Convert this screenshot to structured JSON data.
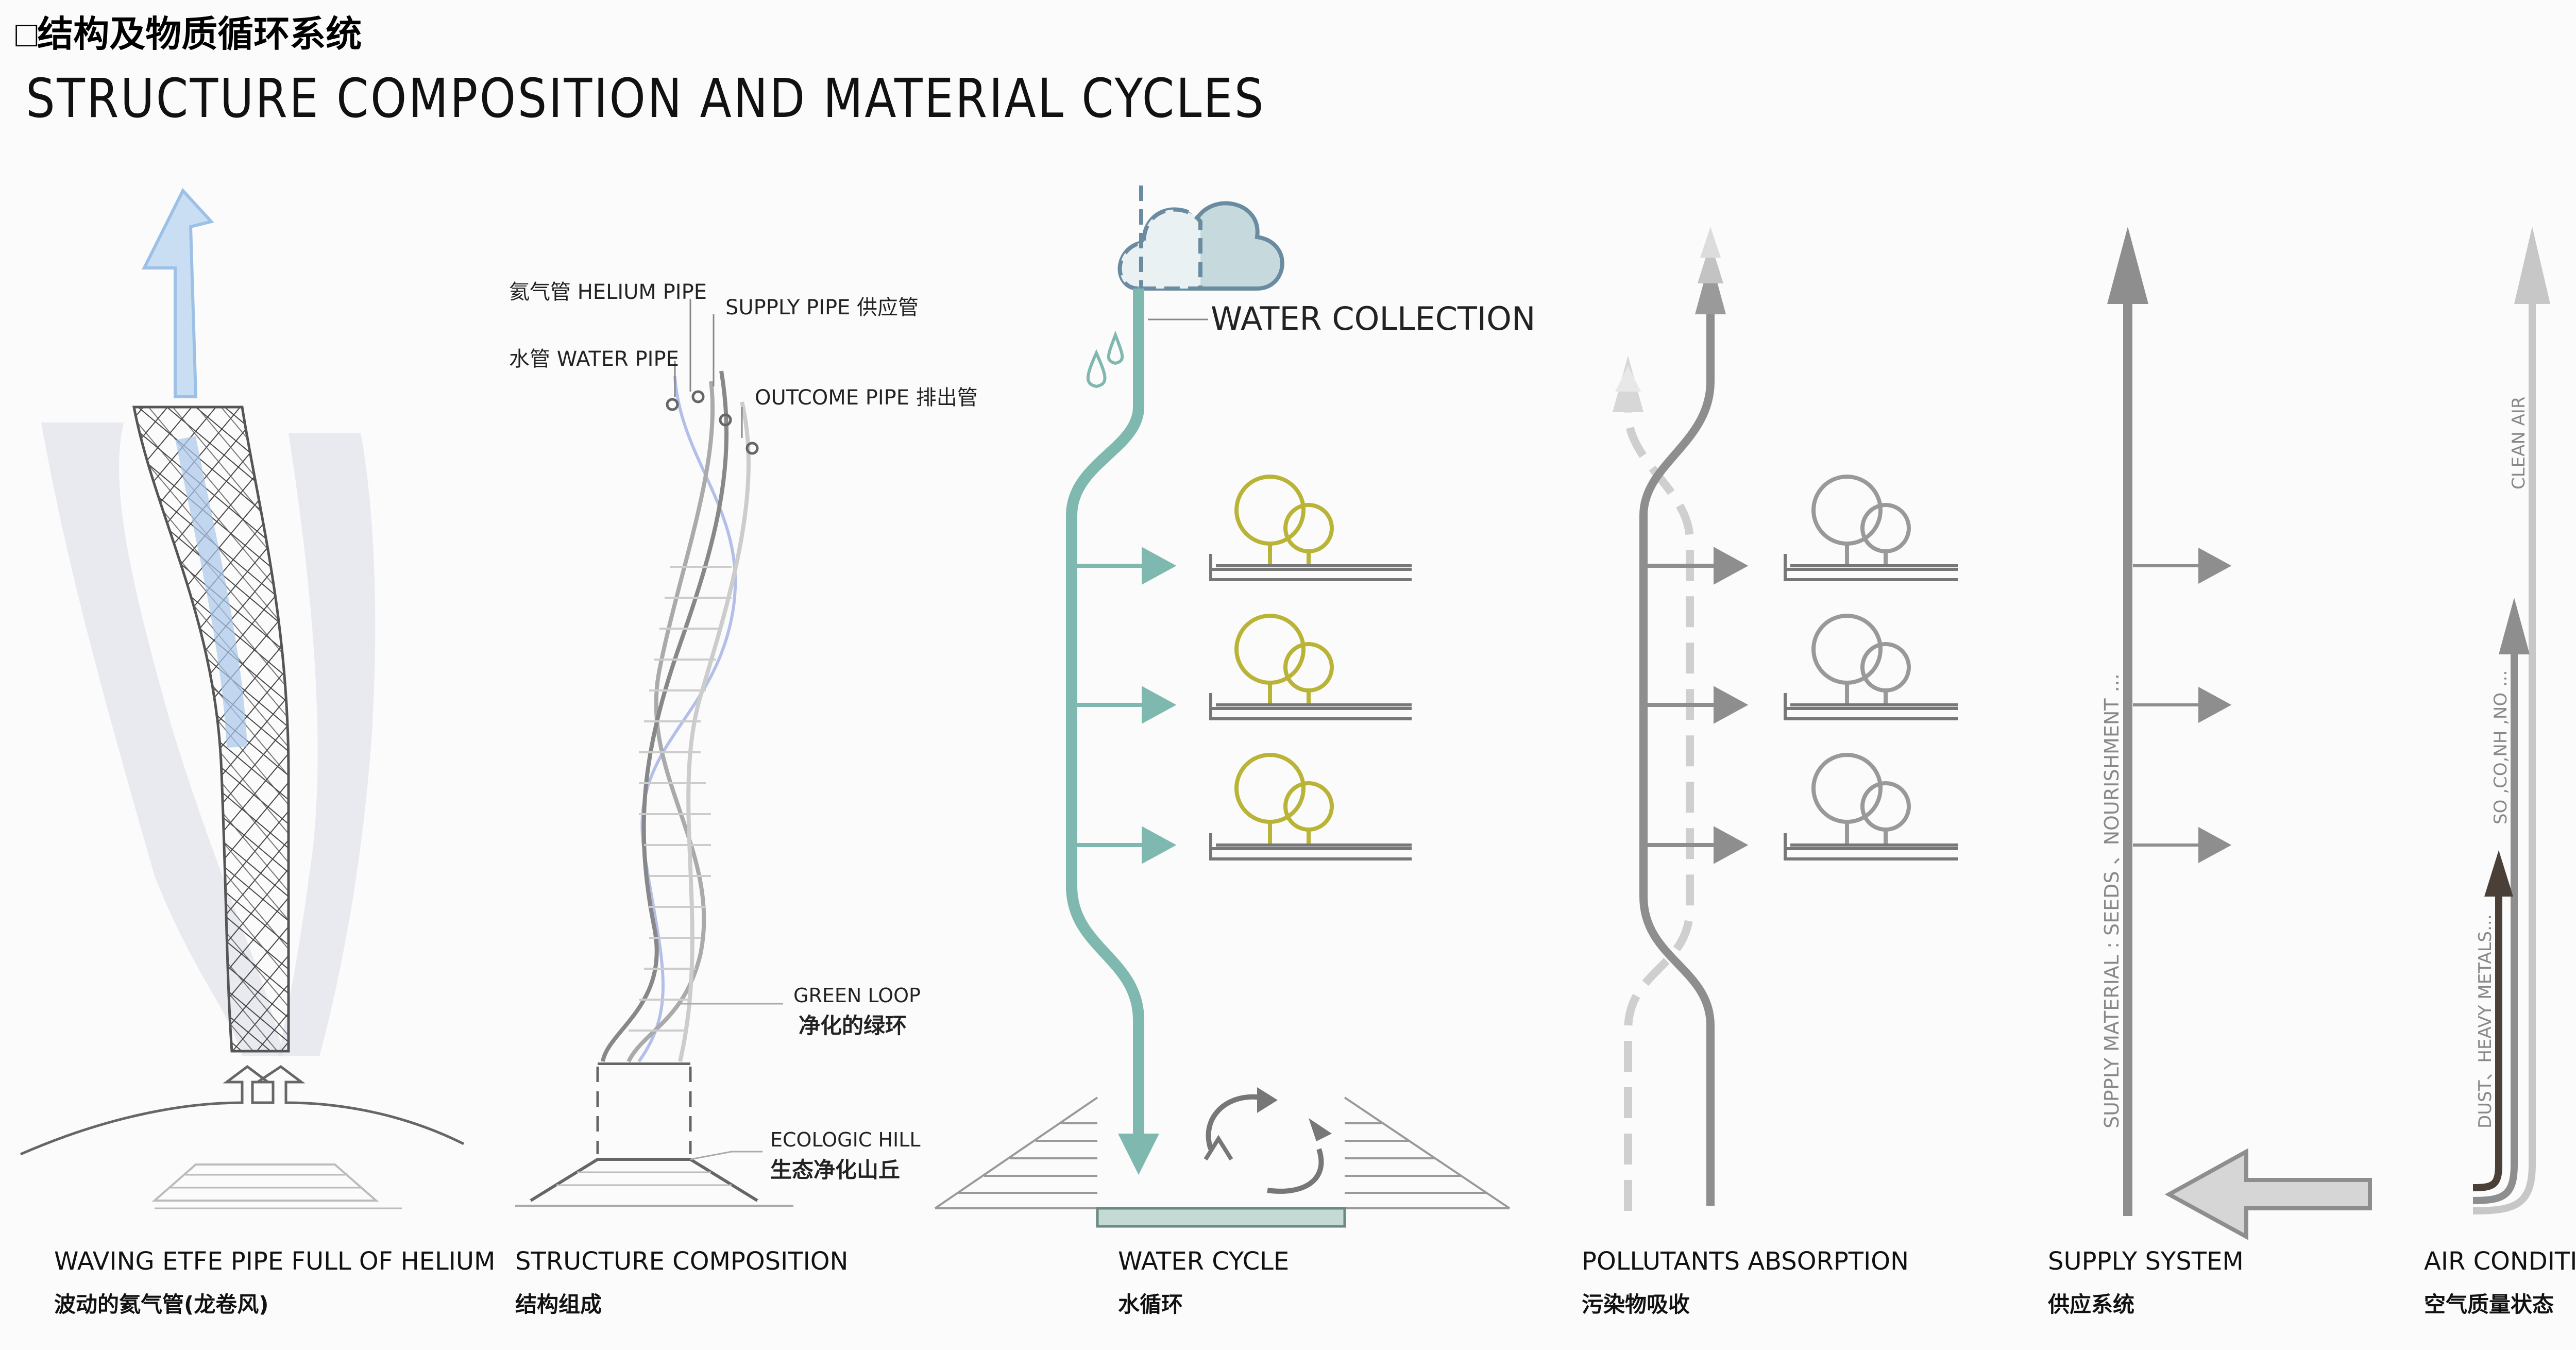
{
  "header": {
    "title_cn": "□结构及物质循环系统",
    "title_en": "STRUCTURE COMPOSITION AND MATERIAL CYCLES"
  },
  "structure": {
    "helium_pipe": "氦气管 HELIUM PIPE",
    "supply_pipe": "SUPPLY PIPE 供应管",
    "water_pipe": "水管 WATER  PIPE",
    "outcome_pipe": "OUTCOME PIPE 排出管",
    "green_loop_en": "GREEN LOOP",
    "green_loop_cn": "净化的绿环",
    "ecologic_hill_en": "ECOLOGIC HILL",
    "ecologic_hill_cn": "生态净化山丘"
  },
  "water": {
    "collection": "WATER COLLECTION"
  },
  "supply": {
    "vertical_text": "SUPPLY MATERIAL : SEEDS 、NOURISHMENT ..."
  },
  "air": {
    "clean": "CLEAN AIR",
    "gases": "SO ,CO,NH ,NO ...",
    "dust": "DUST、HEAVY METALS..."
  },
  "captions": [
    {
      "en": "WAVING ETFE PIPE FULL OF HELIUM",
      "cn": "波动的氦气管(龙卷风)"
    },
    {
      "en": "STRUCTURE COMPOSITION",
      "cn": "结构组成"
    },
    {
      "en": "WATER CYCLE",
      "cn": "水循环"
    },
    {
      "en": "POLLUTANTS ABSORPTION",
      "cn": "污染物吸收"
    },
    {
      "en": "SUPPLY SYSTEM",
      "cn": "供应系统"
    },
    {
      "en": "AIR CONDITION",
      "cn": "空气质量状态"
    }
  ],
  "colors": {
    "teal": "#7fb8ae",
    "olive": "#b9b437",
    "gray": "#8e8e8e",
    "light_blue": "#b9d4ee",
    "pipe_purple": "#b3bfe8"
  }
}
